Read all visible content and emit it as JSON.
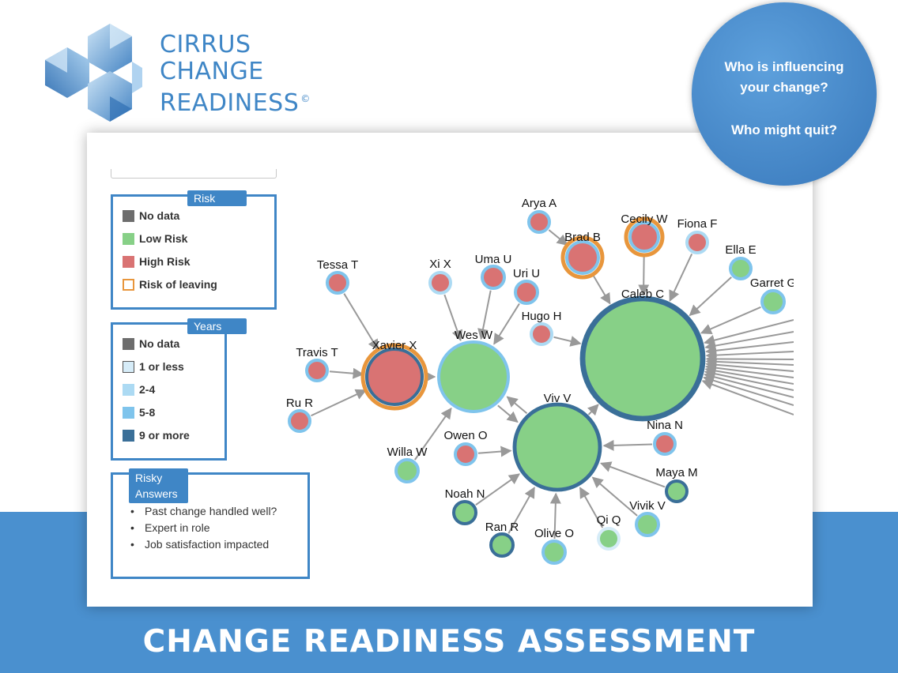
{
  "brand": {
    "line1": "CIRRUS",
    "line2": "CHANGE",
    "line3": "READINESS",
    "copyright": "©"
  },
  "bubble": {
    "q1_line1": "Who is influencing",
    "q1_line2": "your change?",
    "q2": "Who might quit?"
  },
  "footer": {
    "title": "CHANGE READINESS ASSESSMENT"
  },
  "legend_risk": {
    "title": "Risk",
    "items": [
      {
        "label": "No data",
        "color": "#6d6d6d"
      },
      {
        "label": "Low Risk",
        "color": "#87d087"
      },
      {
        "label": "High Risk",
        "color": "#d97373"
      },
      {
        "label": "Risk of leaving",
        "color": "#e8963c"
      }
    ]
  },
  "legend_years": {
    "title": "Years",
    "items": [
      {
        "label": "No data",
        "color": "#6d6d6d"
      },
      {
        "label": "1 or less",
        "color": "#d6ecf8"
      },
      {
        "label": "2-4",
        "color": "#acdaf3"
      },
      {
        "label": "5-8",
        "color": "#7fc4ec"
      },
      {
        "label": "9 or more",
        "color": "#3a6f98"
      }
    ]
  },
  "legend_risky": {
    "title_line1": "Risky",
    "title_line2": "Answers",
    "items": [
      "Past change handled well?",
      "Expert in role",
      "Job satisfaction impacted"
    ]
  },
  "graph": {
    "nodes": [
      {
        "id": "arya",
        "label": "Arya A",
        "risk": "high",
        "years": "5-8",
        "leaving": false
      },
      {
        "id": "brad",
        "label": "Brad B",
        "risk": "high",
        "years": "5-8",
        "leaving": true
      },
      {
        "id": "cecily",
        "label": "Cecily W",
        "risk": "high",
        "years": "5-8",
        "leaving": true
      },
      {
        "id": "fiona",
        "label": "Fiona F",
        "risk": "high",
        "years": "2-4",
        "leaving": false
      },
      {
        "id": "ella",
        "label": "Ella E",
        "risk": "low",
        "years": "5-8",
        "leaving": false
      },
      {
        "id": "garret",
        "label": "Garret G",
        "risk": "low",
        "years": "5-8",
        "leaving": false
      },
      {
        "id": "caleb",
        "label": "Caleb C",
        "risk": "low",
        "years": "9+",
        "leaving": false
      },
      {
        "id": "tessa",
        "label": "Tessa T",
        "risk": "high",
        "years": "5-8",
        "leaving": false
      },
      {
        "id": "xi",
        "label": "Xi X",
        "risk": "high",
        "years": "2-4",
        "leaving": false
      },
      {
        "id": "uma",
        "label": "Uma U",
        "risk": "high",
        "years": "5-8",
        "leaving": false
      },
      {
        "id": "uri",
        "label": "Uri U",
        "risk": "high",
        "years": "5-8",
        "leaving": false
      },
      {
        "id": "hugo",
        "label": "Hugo H",
        "risk": "high",
        "years": "2-4",
        "leaving": false
      },
      {
        "id": "wes",
        "label": "Wes W",
        "risk": "low",
        "years": "5-8",
        "leaving": false
      },
      {
        "id": "travis",
        "label": "Travis T",
        "risk": "high",
        "years": "5-8",
        "leaving": false
      },
      {
        "id": "xavier",
        "label": "Xavier X",
        "risk": "high",
        "years": "9+",
        "leaving": true
      },
      {
        "id": "ru",
        "label": "Ru R",
        "risk": "high",
        "years": "5-8",
        "leaving": false
      },
      {
        "id": "viv",
        "label": "Viv V",
        "risk": "low",
        "years": "9+",
        "leaving": false
      },
      {
        "id": "nina",
        "label": "Nina N",
        "risk": "high",
        "years": "5-8",
        "leaving": false
      },
      {
        "id": "owen",
        "label": "Owen O",
        "risk": "high",
        "years": "5-8",
        "leaving": false
      },
      {
        "id": "willa",
        "label": "Willa W",
        "risk": "low",
        "years": "5-8",
        "leaving": false
      },
      {
        "id": "maya",
        "label": "Maya M",
        "risk": "low",
        "years": "9+",
        "leaving": false
      },
      {
        "id": "noah",
        "label": "Noah N",
        "risk": "low",
        "years": "9+",
        "leaving": false
      },
      {
        "id": "vivik",
        "label": "Vivik V",
        "risk": "low",
        "years": "5-8",
        "leaving": false
      },
      {
        "id": "ran",
        "label": "Ran R",
        "risk": "low",
        "years": "9+",
        "leaving": false
      },
      {
        "id": "qi",
        "label": "Qi Q",
        "risk": "low",
        "years": "1-",
        "leaving": false
      },
      {
        "id": "olive",
        "label": "Olive O",
        "risk": "low",
        "years": "5-8",
        "leaving": false
      }
    ],
    "edges": [
      [
        "arya",
        "brad"
      ],
      [
        "brad",
        "caleb"
      ],
      [
        "cecily",
        "caleb"
      ],
      [
        "fiona",
        "caleb"
      ],
      [
        "ella",
        "caleb"
      ],
      [
        "garret",
        "caleb"
      ],
      [
        "hugo",
        "caleb"
      ],
      [
        "tessa",
        "xavier"
      ],
      [
        "travis",
        "xavier"
      ],
      [
        "ru",
        "xavier"
      ],
      [
        "xavier",
        "wes"
      ],
      [
        "xi",
        "wes"
      ],
      [
        "uma",
        "wes"
      ],
      [
        "uri",
        "wes"
      ],
      [
        "willa",
        "wes"
      ],
      [
        "wes",
        "viv"
      ],
      [
        "viv",
        "wes"
      ],
      [
        "owen",
        "viv"
      ],
      [
        "nina",
        "viv"
      ],
      [
        "maya",
        "viv"
      ],
      [
        "vivik",
        "viv"
      ],
      [
        "qi",
        "viv"
      ],
      [
        "olive",
        "viv"
      ],
      [
        "ran",
        "viv"
      ],
      [
        "noah",
        "viv"
      ],
      [
        "viv",
        "caleb"
      ]
    ]
  }
}
